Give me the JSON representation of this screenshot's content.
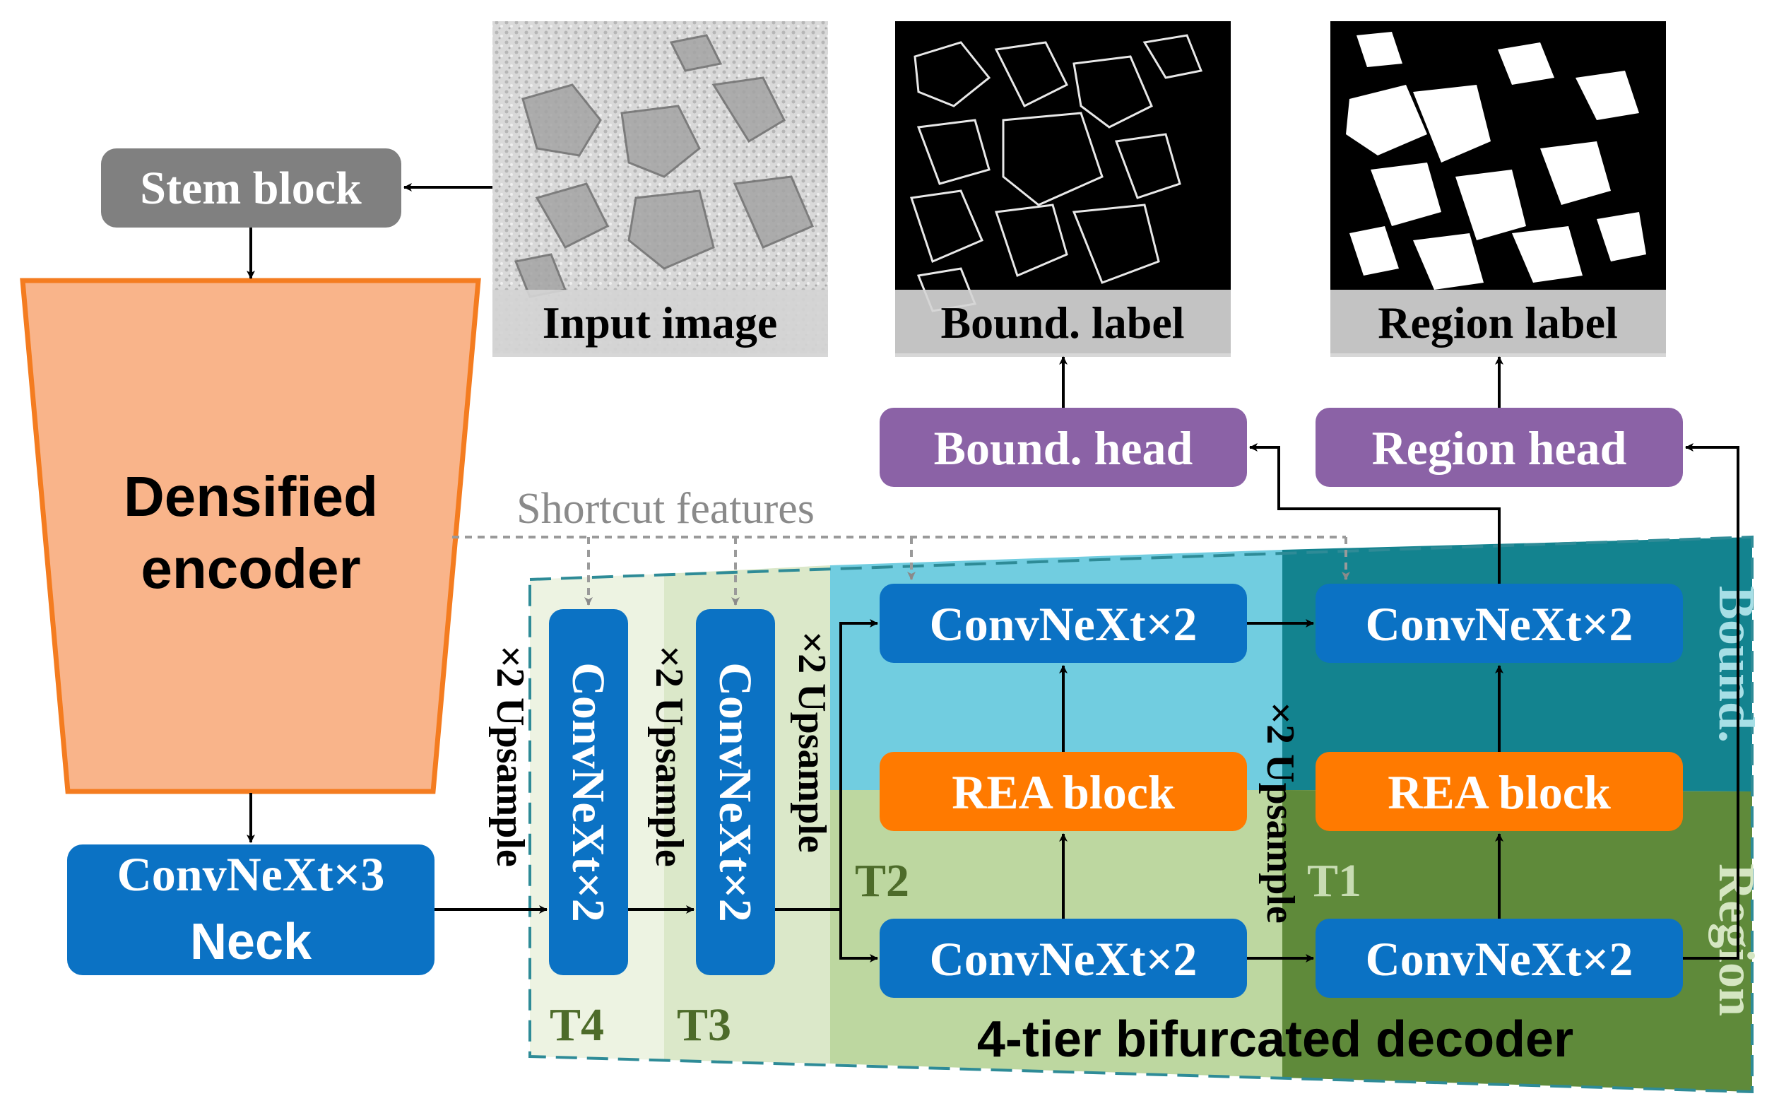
{
  "colors": {
    "gray_block": "#808080",
    "blue_block": "#0b72c4",
    "orange_block": "#ff7a00",
    "purple_block": "#8b62a6",
    "encoder_fill": "#f9b48a",
    "encoder_stroke": "#f47c20",
    "bound_light": "#71cde0",
    "bound_dark": "#13838f",
    "region_light": "#bdd7a0",
    "region_dark": "#5f8a3a",
    "tier4_fill": "#edf3e2",
    "tier3_fill": "#dbe8c9",
    "tier_label": "#4d6b2a",
    "shortcut_gray": "#9a9a9a"
  },
  "stem_block": {
    "label": "Stem block"
  },
  "encoder": {
    "line1": "Densified",
    "line2": "encoder"
  },
  "neck": {
    "line1": "ConvNeXt×3",
    "line2": "Neck"
  },
  "shortcut": {
    "label": "Shortcut features"
  },
  "upsample": {
    "label": "×2 Upsample"
  },
  "tiers": {
    "t4": {
      "label": "T4",
      "block": "ConvNeXt×2"
    },
    "t3": {
      "label": "T3",
      "block": "ConvNeXt×2"
    },
    "t2": {
      "label": "T2",
      "top": "ConvNeXt×2",
      "mid": "REA block",
      "bottom": "ConvNeXt×2"
    },
    "t1": {
      "label": "T1",
      "top": "ConvNeXt×2",
      "mid": "REA block",
      "bottom": "ConvNeXt×2"
    }
  },
  "decoder": {
    "label": "4-tier bifurcated decoder"
  },
  "branches": {
    "bound": "Bound.",
    "region": "Region"
  },
  "heads": {
    "bound": "Bound. head",
    "region": "Region head"
  },
  "images": {
    "input": {
      "caption": "Input image"
    },
    "bound": {
      "caption": "Bound. label"
    },
    "region": {
      "caption": "Region label"
    }
  }
}
